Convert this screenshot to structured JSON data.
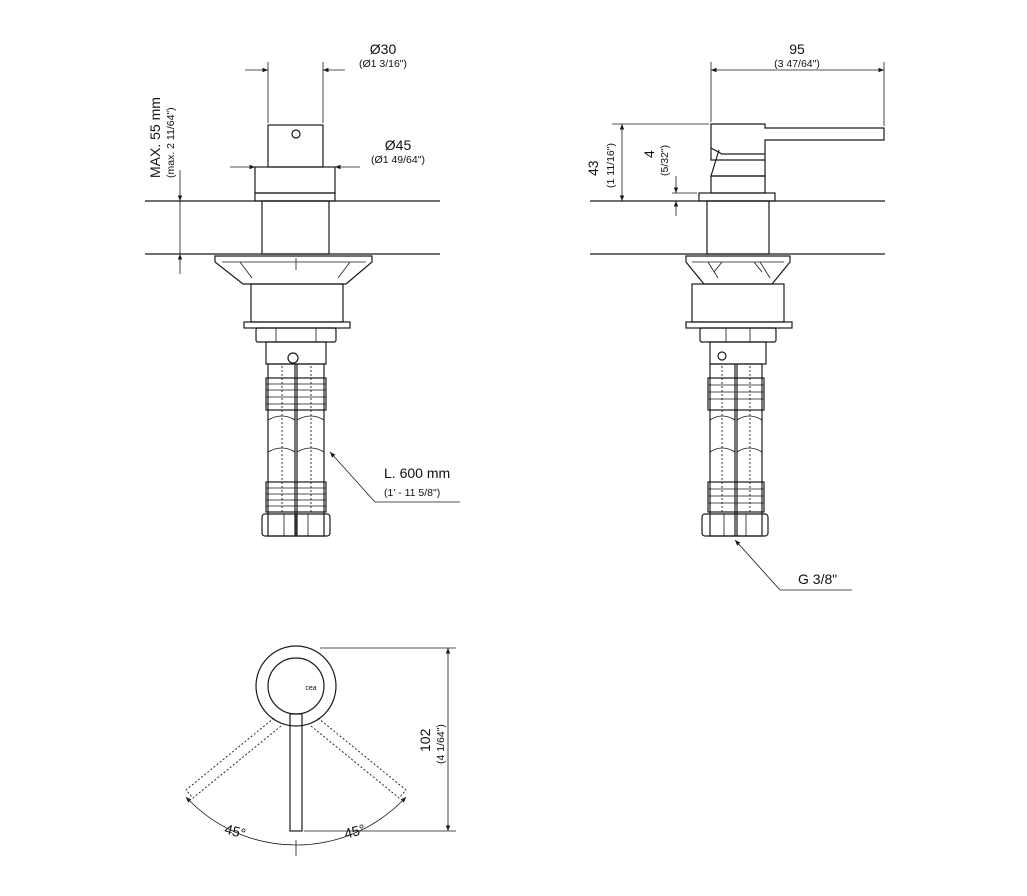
{
  "views": {
    "front": {
      "spout_diameter": "Ø30",
      "spout_diameter_inch": "(Ø1 3/16\")",
      "flange_diameter": "Ø45",
      "flange_diameter_inch": "(Ø1 49/64\")",
      "max_depth": "MAX. 55 mm",
      "max_depth_inch": "(max. 2 11/64\")",
      "hose_length": "L. 600 mm",
      "hose_length_inch": "(1’ - 11 5/8\")"
    },
    "side": {
      "lever_length": "95",
      "lever_length_inch": "(3 47/64\")",
      "height": "43",
      "height_inch": "(1 11/16\")",
      "gap": "4",
      "gap_inch": "(5/32\")",
      "thread": "G 3/8\""
    },
    "top": {
      "depth": "102",
      "depth_inch": "(4 1/64\")",
      "angle_left": "45°",
      "angle_right": "45°",
      "brand_mark": "cea"
    }
  }
}
